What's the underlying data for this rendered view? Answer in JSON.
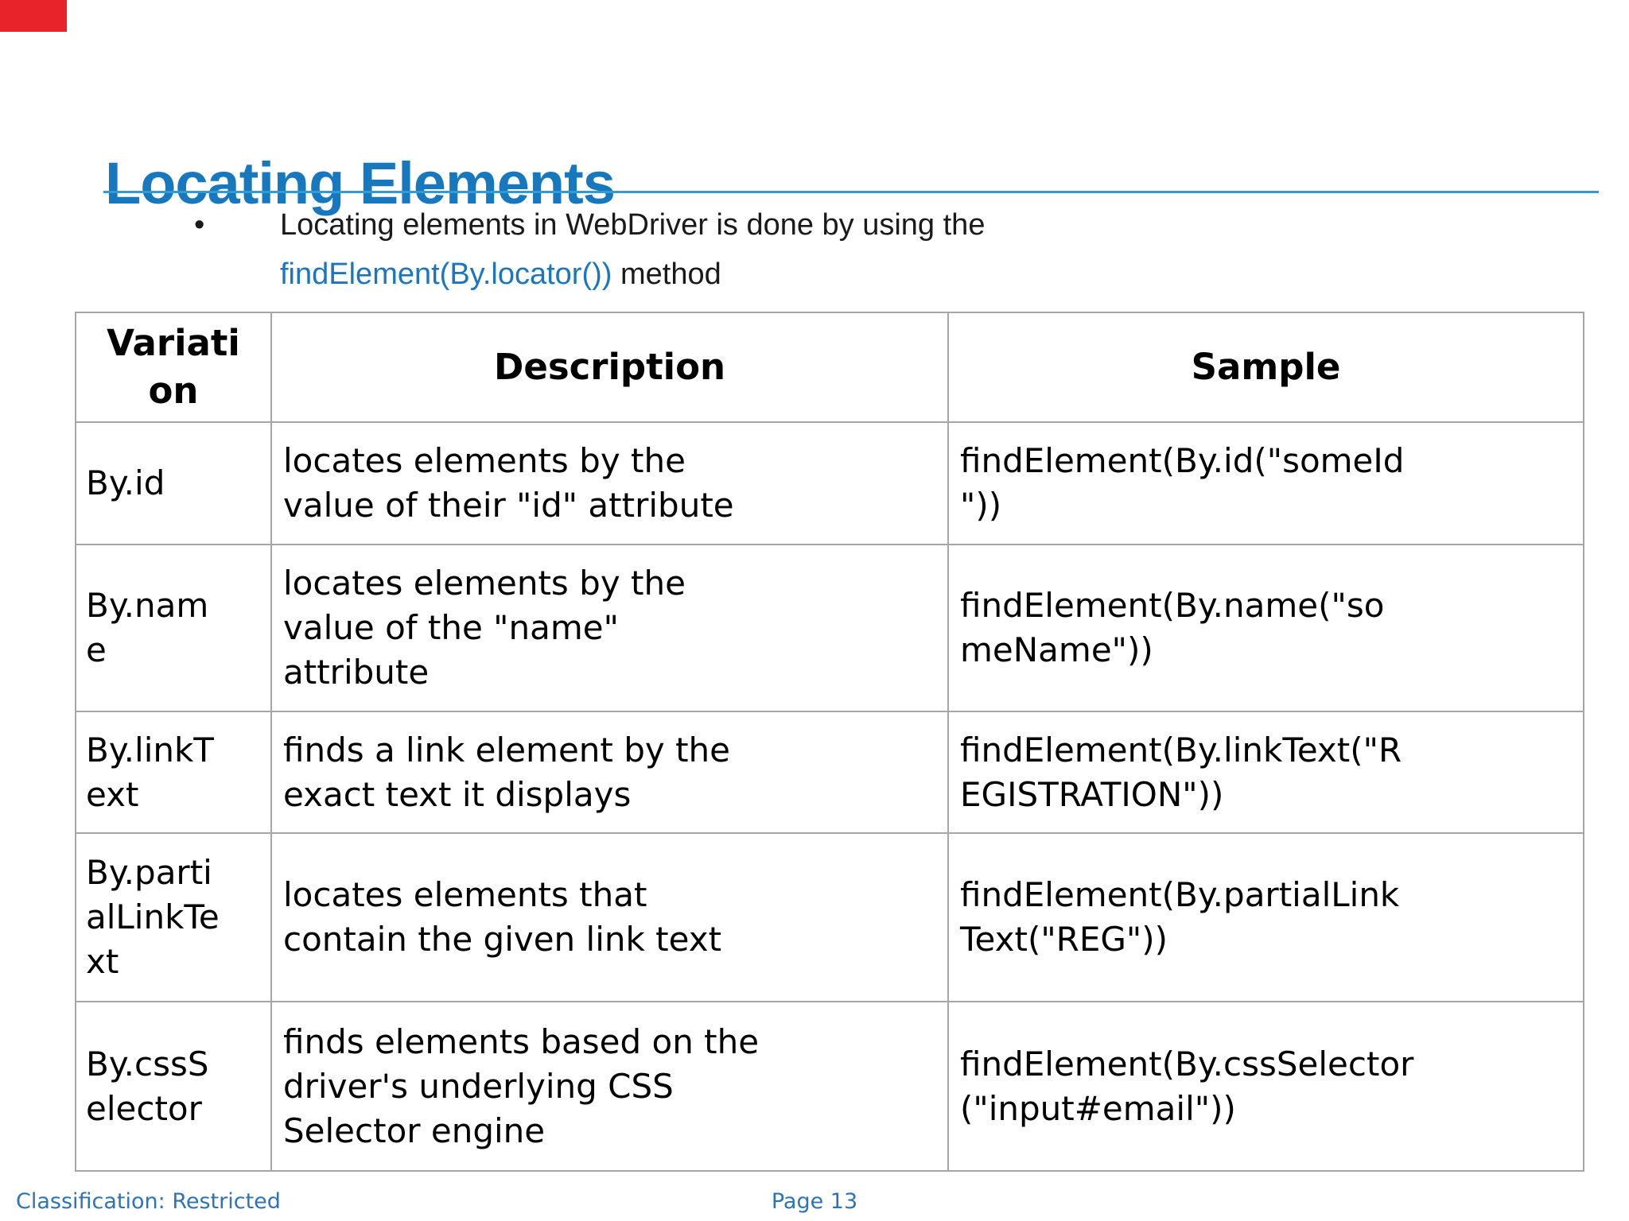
{
  "slide": {
    "title": "Locating Elements",
    "bullet": {
      "marker": "•",
      "line1": "Locating elements in WebDriver is done by using the",
      "code": "findElement(By.locator())",
      "suffix": " method"
    },
    "table": {
      "headers": [
        "Variati\non",
        "Description",
        "Sample"
      ],
      "rows": [
        {
          "variation": "By.id",
          "description": "locates elements by the\nvalue of their \"id\" attribute",
          "sample": "findElement(By.id(\"someId\n\"))"
        },
        {
          "variation": "By.nam\ne",
          "description": "locates elements by the\nvalue of the \"name\"\nattribute",
          "sample": "findElement(By.name(\"so\nmeName\"))"
        },
        {
          "variation": "By.linkT\next",
          "description": "finds a link element by the\nexact text it displays",
          "sample": "findElement(By.linkText(\"R\nEGISTRATION\"))"
        },
        {
          "variation": "By.parti\nalLinkTe\nxt",
          "description": "locates elements that\ncontain the given link text",
          "sample": "findElement(By.partialLink\nText(\"REG\"))"
        },
        {
          "variation": "By.cssS\nelector",
          "description": "finds elements based on the\ndriver's underlying CSS\nSelector engine",
          "sample": "findElement(By.cssSelector\n(\"input#email\"))"
        }
      ]
    },
    "footer": {
      "classification": "Classification: Restricted",
      "page": "Page 13"
    },
    "colors": {
      "title_blue": "#1878be",
      "link_blue": "#1b76be",
      "underline_blue": "#2f9cd8",
      "footer_blue": "#2e74b5",
      "table_border_gray": "#a6a6a6",
      "corner_marker_red": "#e8232a"
    }
  }
}
